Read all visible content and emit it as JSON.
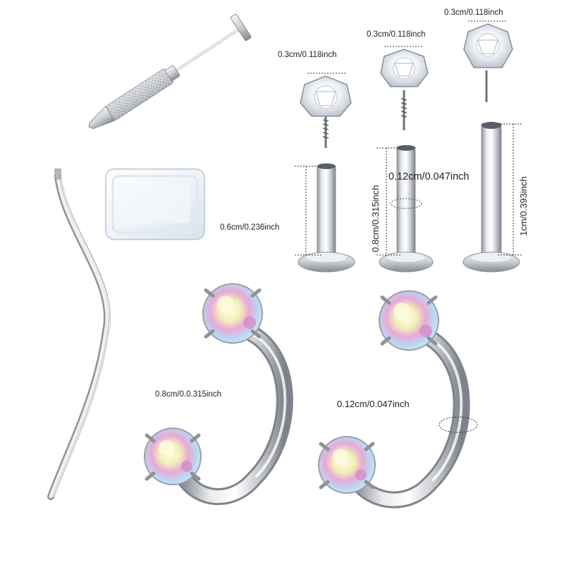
{
  "labels": {
    "gem_top_left": "0.3cm/0.118inch",
    "gem_top_middle": "0.3cm/0.118inch",
    "gem_top_right": "0.3cm/0.118inch",
    "post_short_length": "0.6cm/0.236inch",
    "post_mid_length": "0.8cm/0.315inch",
    "post_gauge": "0.12cm/0.047inch",
    "post_long_length": "1cm/0.393inch",
    "horseshoe_left_size": "0.8cm/0.0.315inch",
    "horseshoe_right_gauge": "0.12cm/0.047inch"
  },
  "icons": {
    "tool": "insertion-tool-icon",
    "taper": "taper-pin-icon",
    "box": "storage-box-icon"
  },
  "colors": {
    "metal_light": "#f3f4f6",
    "metal_mid": "#c4c7cc",
    "metal_dark": "#8e9299",
    "gem_white": "#f4f7fb",
    "gem_pink": "#e7a9d6",
    "gem_yellow": "#f4f0b8",
    "gem_blue": "#b9d9f2"
  }
}
